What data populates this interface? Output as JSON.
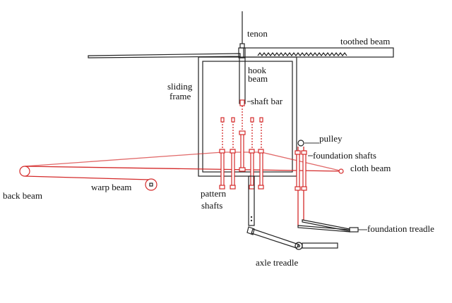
{
  "title": "Loom mechanism diagram",
  "colors": {
    "line": "#222222",
    "warp": "#d42a2a",
    "background": "#ffffff"
  },
  "labels": {
    "tenon": "tenon",
    "toothed_beam": "toothed beam",
    "hook_beam_1": "hook",
    "hook_beam_2": "beam",
    "sliding_frame_1": "sliding",
    "sliding_frame_2": "frame",
    "shaft_bar": "shaft bar",
    "pulley": "pulley",
    "foundation_shafts": "foundation shafts",
    "cloth_beam": "cloth beam",
    "back_beam": "back beam",
    "warp_beam": "warp beam",
    "pattern_shafts_1": "pattern",
    "pattern_shafts_2": "shafts",
    "foundation_treadle": "foundation treadle",
    "axle_treadle": "axle treadle"
  }
}
